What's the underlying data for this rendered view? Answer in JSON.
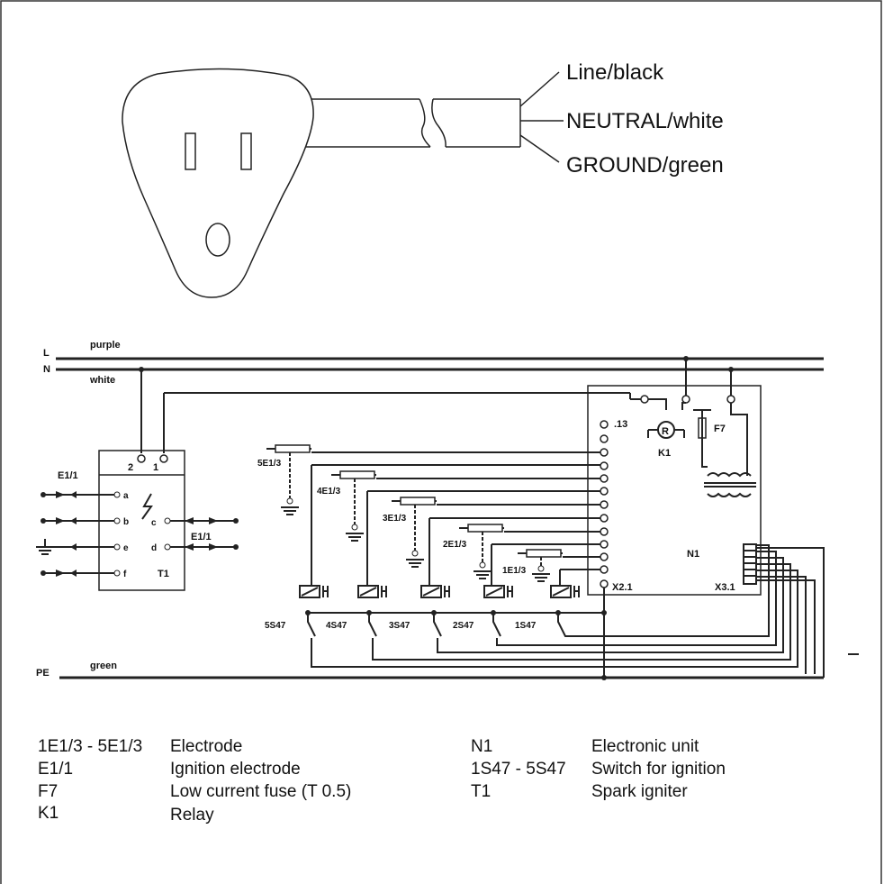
{
  "plug": {
    "wires": [
      "Line/black",
      "NEUTRAL/white",
      "GROUND/green"
    ]
  },
  "schematic": {
    "lines": {
      "L": "L",
      "N": "N",
      "PE": "PE",
      "purple": "purple",
      "white": "white",
      "green": "green"
    },
    "igniter": {
      "terminal_2": "2",
      "terminal_1": "1",
      "label_left": "E1/1",
      "label_right": "E1/1",
      "name": "T1",
      "pins": [
        "a",
        "b",
        "e",
        "f",
        "c",
        "d"
      ]
    },
    "electrodes": [
      "5E1/3",
      "4E1/3",
      "3E1/3",
      "2E1/3",
      "1E1/3"
    ],
    "switches": [
      "5S47",
      "4S47",
      "3S47",
      "2S47",
      "1S47"
    ],
    "unit": {
      "name": "N1",
      "pin_13": ".13",
      "x21": "X2.1",
      "x31": "X3.1",
      "relay_symbol": "R",
      "relay": "K1",
      "fuse": "F7"
    }
  },
  "legend": {
    "left": [
      {
        "code": "1E1/3 - 5E1/3",
        "desc": "Electrode"
      },
      {
        "code": "E1/1",
        "desc": "Ignition electrode"
      },
      {
        "code": "F7",
        "desc": "Low current fuse (T 0.5)"
      },
      {
        "code": "K1",
        "desc": "Relay"
      }
    ],
    "right": [
      {
        "code": "N1",
        "desc": "Electronic unit"
      },
      {
        "code": "1S47 - 5S47",
        "desc": "Switch for ignition"
      },
      {
        "code": "T1",
        "desc": "Spark igniter"
      }
    ]
  }
}
